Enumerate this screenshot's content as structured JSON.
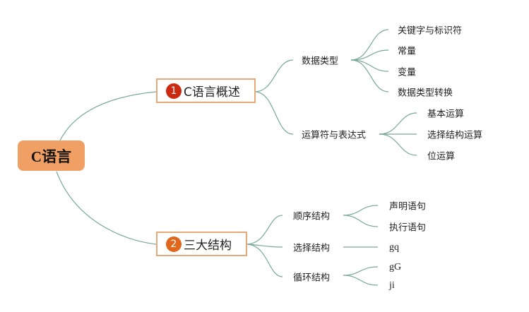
{
  "root": {
    "label": "C语言",
    "color": "#f0a064"
  },
  "branches": [
    {
      "number": "1",
      "badge_color": "#cc2a10",
      "label": "C语言概述",
      "children": [
        {
          "label": "数据类型",
          "children": [
            "关键字与标识符",
            "常量",
            "变量",
            "数据类型转换"
          ]
        },
        {
          "label": "运算符与表达式",
          "children": [
            "基本运算",
            "选择结构运算",
            "位运算"
          ]
        }
      ]
    },
    {
      "number": "2",
      "badge_color": "#e0671c",
      "label": "三大结构",
      "children": [
        {
          "label": "顺序结构",
          "children": [
            "声明语句",
            "执行语句"
          ]
        },
        {
          "label": "选择结构",
          "children": [
            "gq"
          ]
        },
        {
          "label": "循环结构",
          "children": [
            "gG",
            "ji"
          ]
        }
      ]
    }
  ],
  "line_color": "#7aa898"
}
